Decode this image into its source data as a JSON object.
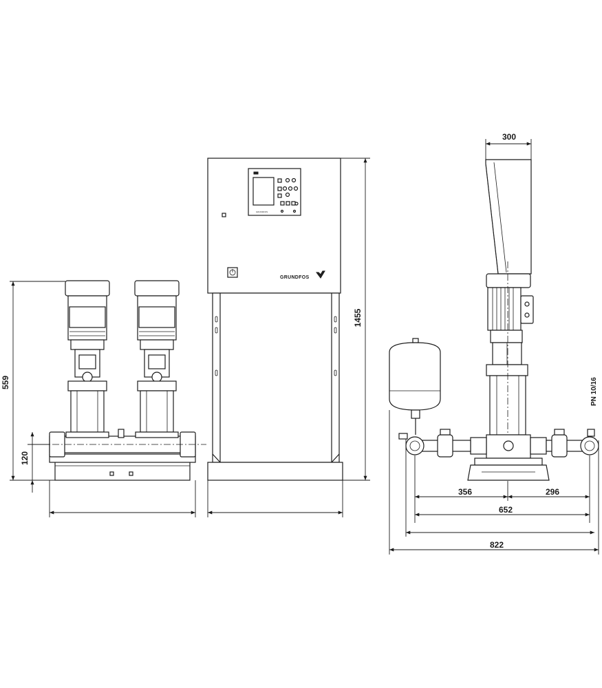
{
  "dimensions": {
    "height_total": "559",
    "height_base": "120",
    "height_cabinet": "1455",
    "depth_cabinet": "300",
    "offset_left": "356",
    "offset_right": "296",
    "width_manifold": "652",
    "width_total": "822"
  },
  "labels": {
    "brand": "GRUNDFOS",
    "panel_brand": "GRUNDFOS",
    "pressure_rating": "PN 10/16"
  }
}
